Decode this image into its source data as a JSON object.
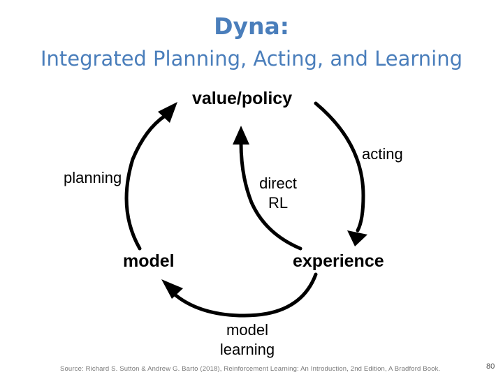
{
  "title": "Dyna:",
  "subtitle": "Integrated Planning, Acting, and Learning",
  "nodes": {
    "value_policy": "value/policy",
    "model": "model",
    "experience": "experience"
  },
  "edges": {
    "acting": "acting",
    "planning": "planning",
    "direct_rl_line1": "direct",
    "direct_rl_line2": "RL",
    "model_learning_line1": "model",
    "model_learning_line2": "learning"
  },
  "footer": {
    "source": "Source: Richard S. Sutton & Andrew G. Barto (2018), Reinforcement Learning: An Introduction, 2nd Edition, A Bradford Book.",
    "page_number": "80"
  }
}
